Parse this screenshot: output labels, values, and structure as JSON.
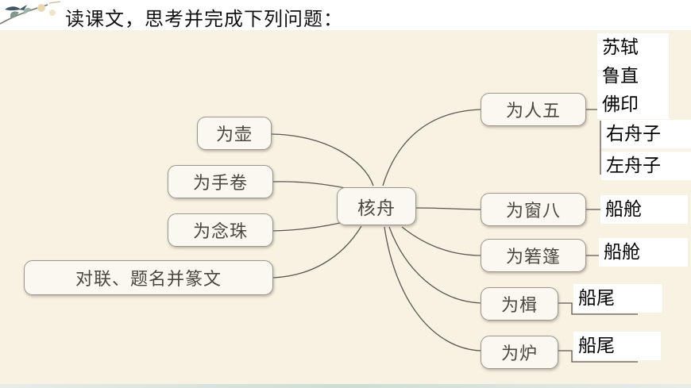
{
  "title": "读课文，思考并完成下列问题：",
  "colors": {
    "canvas": "#f8f2e2",
    "line": "#5a5652",
    "node_border": "#9c9690",
    "node_text": "#4a4540"
  },
  "icons": {
    "decoration": "bird-branch-icon"
  },
  "center": "核舟",
  "left_nodes": [
    "为壶",
    "为手卷",
    "为念珠",
    "对联、题名并篆文"
  ],
  "right_nodes": [
    "为人五",
    "为窗八",
    "为箬篷",
    "为楫",
    "为炉"
  ],
  "answers": {
    "people": [
      "苏轼",
      "鲁直",
      "佛印",
      "右舟子",
      "左舟子"
    ],
    "window": "船舱",
    "awning": "船舱",
    "oar": "船尾",
    "stove": "船尾"
  }
}
